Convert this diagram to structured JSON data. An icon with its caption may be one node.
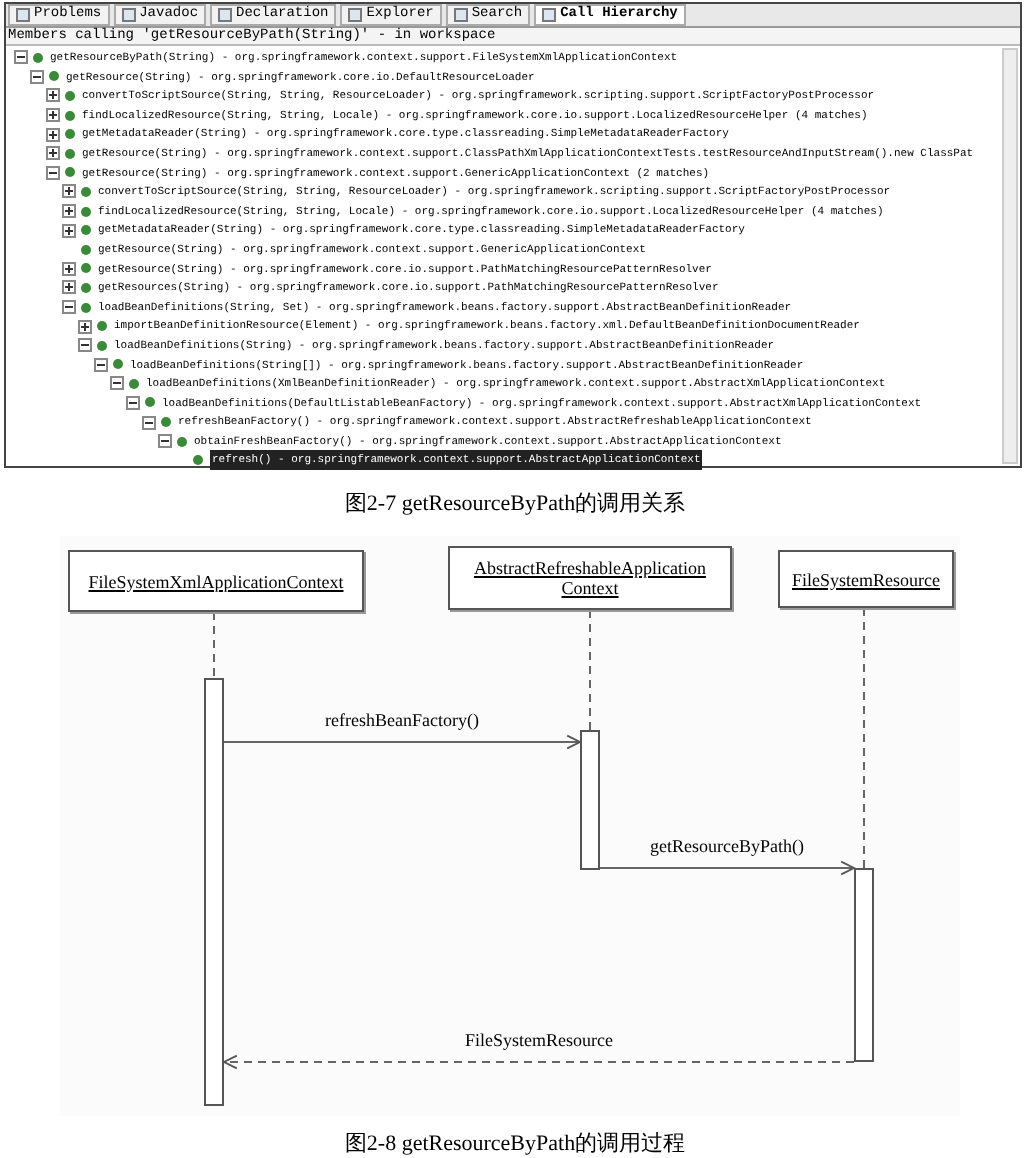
{
  "diagram": {
    "caption": "图2-8 getResourceByPath的调用过程",
    "nodes": [
      {
        "text": [
          "FileSystemXmlApplicationContext"
        ]
      },
      {
        "text": [
          "AbstractRefreshableApplication Context"
        ]
      },
      {
        "text": [
          "FileSystemResource"
        ]
      },
      {
        "text": [],
        "shape": "bar"
      },
      {
        "text": [],
        "shape": "bar"
      },
      {
        "text": [],
        "shape": "bar"
      }
    ],
    "edges": [
      {
        "from": 3,
        "to": 4,
        "arrow": "to",
        "label": "refreshBeanFactory()"
      },
      {
        "from": 4,
        "to": 5,
        "arrow": "to",
        "label": "getResourceByPath()"
      },
      {
        "from": 5,
        "to": 3,
        "arrow": "to",
        "label": "FileSystemResource",
        "style": "dashed"
      },
      {
        "from": 0,
        "to": 3,
        "arrow": "none",
        "style": "dashed"
      },
      {
        "from": 1,
        "to": 4,
        "arrow": "none",
        "style": "dashed"
      },
      {
        "from": 2,
        "to": 5,
        "arrow": "none",
        "style": "dashed"
      }
    ],
    "labels": [
      "Problems",
      "Javadoc",
      "Declaration",
      "Explorer",
      "Search",
      "Call Hierarchy",
      "Members calling 'getResourceByPath(String)' - in workspace",
      "getResourceByPath(String) - org.springframework.context.support.FileSystemXmlApplicationContext",
      "getResource(String) - org.springframework.core.io.DefaultResourceLoader",
      "convertToScriptSource(String, String, ResourceLoader) - org.springframework.scripting.support.ScriptFactoryPostProcessor",
      "findLocalizedResource(String, String, Locale) - org.springframework.core.io.support.LocalizedResourceHelper (4 matches)",
      "getMetadataReader(String) - org.springframework.core.type.classreading.SimpleMetadataReaderFactory",
      "getResource(String) - org.springframework.context.support.ClassPathXmlApplicationContextTests.testResourceAndInputStream().new ClassPat",
      "getResource(String) - org.springframework.context.support.GenericApplicationContext (2 matches)",
      "convertToScriptSource(String, String, ResourceLoader) - org.springframework.scripting.support.ScriptFactoryPostProcessor",
      "findLocalizedResource(String, String, Locale) - org.springframework.core.io.support.LocalizedResourceHelper (4 matches)",
      "getMetadataReader(String) - org.springframework.core.type.classreading.SimpleMetadataReaderFactory",
      "getResource(String) - org.springframework.context.support.GenericApplicationContext",
      "getResource(String) - org.springframework.core.io.support.PathMatchingResourcePatternResolver",
      "getResources(String) - org.springframework.core.io.support.PathMatchingResourcePatternResolver",
      "loadBeanDefinitions(String, Set) - org.springframework.beans.factory.support.AbstractBeanDefinitionReader",
      "importBeanDefinitionResource(Element) - org.springframework.beans.factory.xml.DefaultBeanDefinitionDocumentReader",
      "loadBeanDefinitions(String) - org.springframework.beans.factory.support.AbstractBeanDefinitionReader",
      "loadBeanDefinitions(String[]) - org.springframework.beans.factory.support.AbstractBeanDefinitionReader",
      "loadBeanDefinitions(XmlBeanDefinitionReader) - org.springframework.context.support.AbstractXmlApplicationContext",
      "loadBeanDefinitions(DefaultListableBeanFactory) - org.springframework.context.support.AbstractXmlApplicationContext",
      "refreshBeanFactory() - org.springframework.context.support.AbstractRefreshableApplicationContext",
      "obtainFreshBeanFactory() - org.springframework.context.support.AbstractApplicationContext",
      "refresh() - org.springframework.context.support.AbstractApplicationContext",
      "图2-7 getResourceByPath的调用关系"
    ]
  }
}
